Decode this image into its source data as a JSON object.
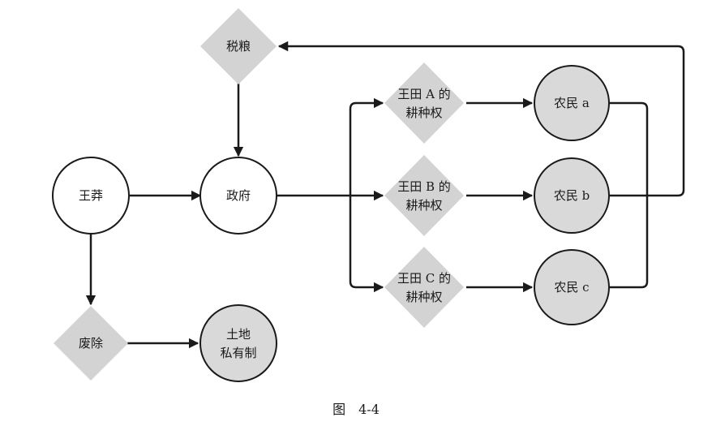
{
  "nodes": {
    "wang_mang": {
      "label": "王莽"
    },
    "government": {
      "label": "政府"
    },
    "tax_grain": {
      "label": "税粮"
    },
    "abolish": {
      "label": "废除"
    },
    "private_land": {
      "line1": "土地",
      "line2": "私有制"
    },
    "field_a": {
      "line1": "王田 A 的",
      "line2": "耕种权"
    },
    "field_b": {
      "line1": "王田 B 的",
      "line2": "耕种权"
    },
    "field_c": {
      "line1": "王田 C 的",
      "line2": "耕种权"
    },
    "farmer_a": {
      "label": "农民 a"
    },
    "farmer_b": {
      "label": "农民 b"
    },
    "farmer_c": {
      "label": "农民 c"
    }
  },
  "caption": "图　4-4",
  "colors": {
    "line": "#1a1a1a",
    "circle_white": "#ffffff",
    "circle_gray": "#d9d9d9",
    "diamond": "#d3d3d3"
  }
}
